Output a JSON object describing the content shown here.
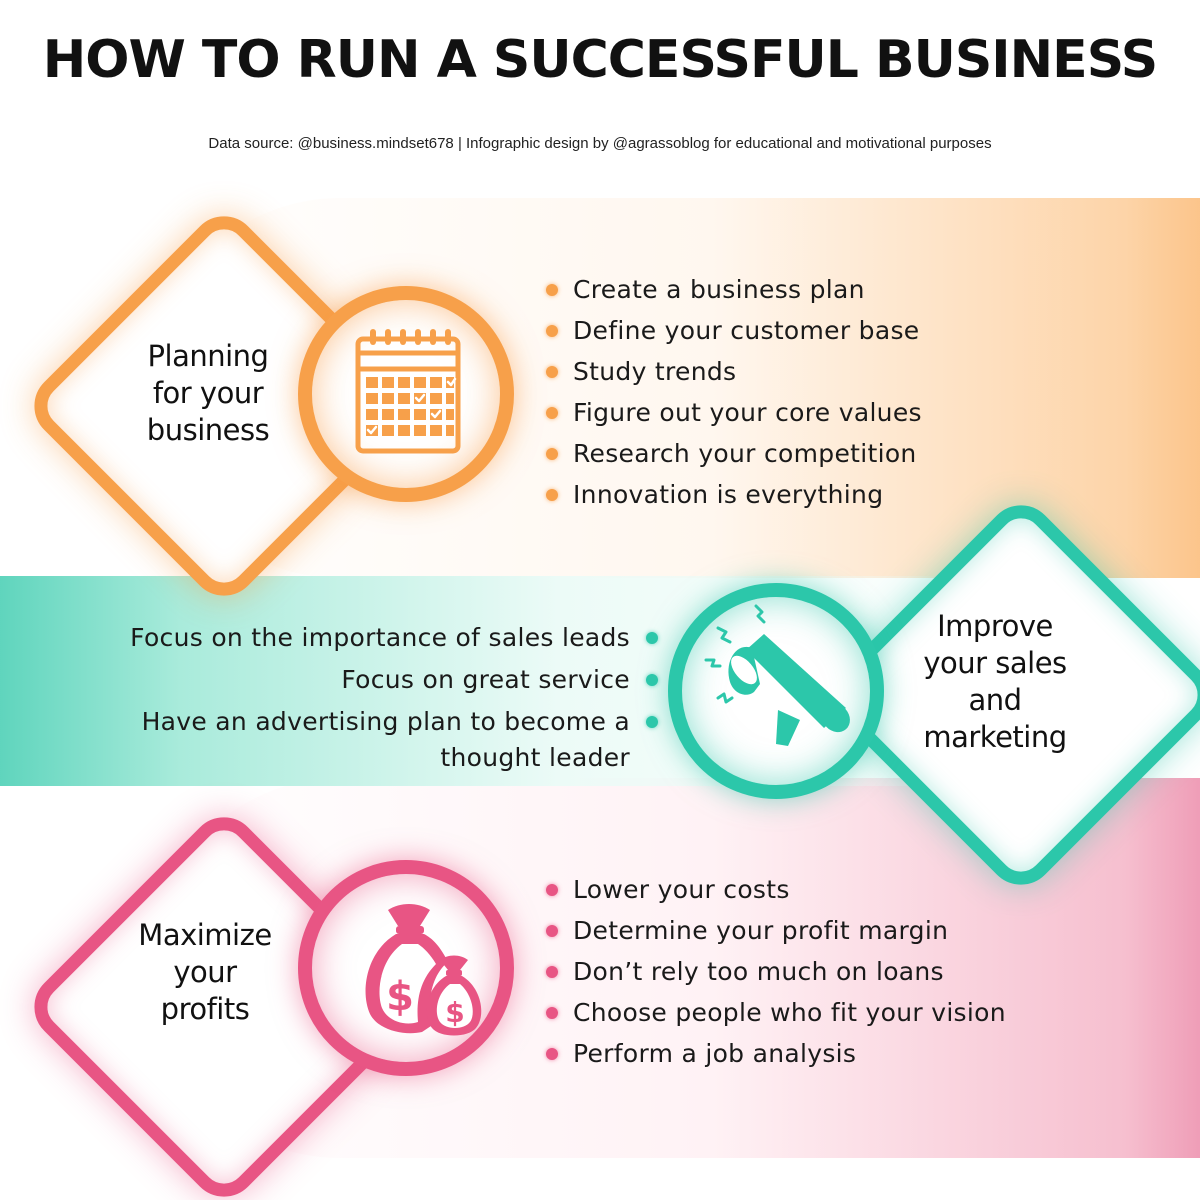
{
  "header": {
    "title": "HOW TO RUN A SUCCESSFUL BUSINESS",
    "subtitle": "Data source: @business.mindset678 | Infographic design by @agrassoblog for educational and motivational purposes"
  },
  "sections": {
    "planning": {
      "label": "Planning\nfor your\nbusiness",
      "accent": "#f7a04a",
      "icon": "calendar-icon",
      "items": [
        "Create a business plan",
        "Define your customer base",
        "Study trends",
        "Figure out your core values",
        "Research your competition",
        "Innovation is everything"
      ]
    },
    "sales": {
      "label": "Improve\nyour sales\nand\nmarketing",
      "accent": "#2cc7aa",
      "icon": "megaphone-icon",
      "items": [
        "Focus on the importance of sales leads",
        "Focus on great service",
        "Have an advertising plan to become a\nthought leader"
      ]
    },
    "profits": {
      "label": "Maximize\nyour\nprofits",
      "accent": "#e85584",
      "icon": "money-bags-icon",
      "items": [
        "Lower your costs",
        "Determine your profit margin",
        "Don’t rely too much on loans",
        "Choose people who fit your vision",
        "Perform a job analysis"
      ]
    }
  },
  "icons": {
    "dollar_symbol": "$"
  }
}
